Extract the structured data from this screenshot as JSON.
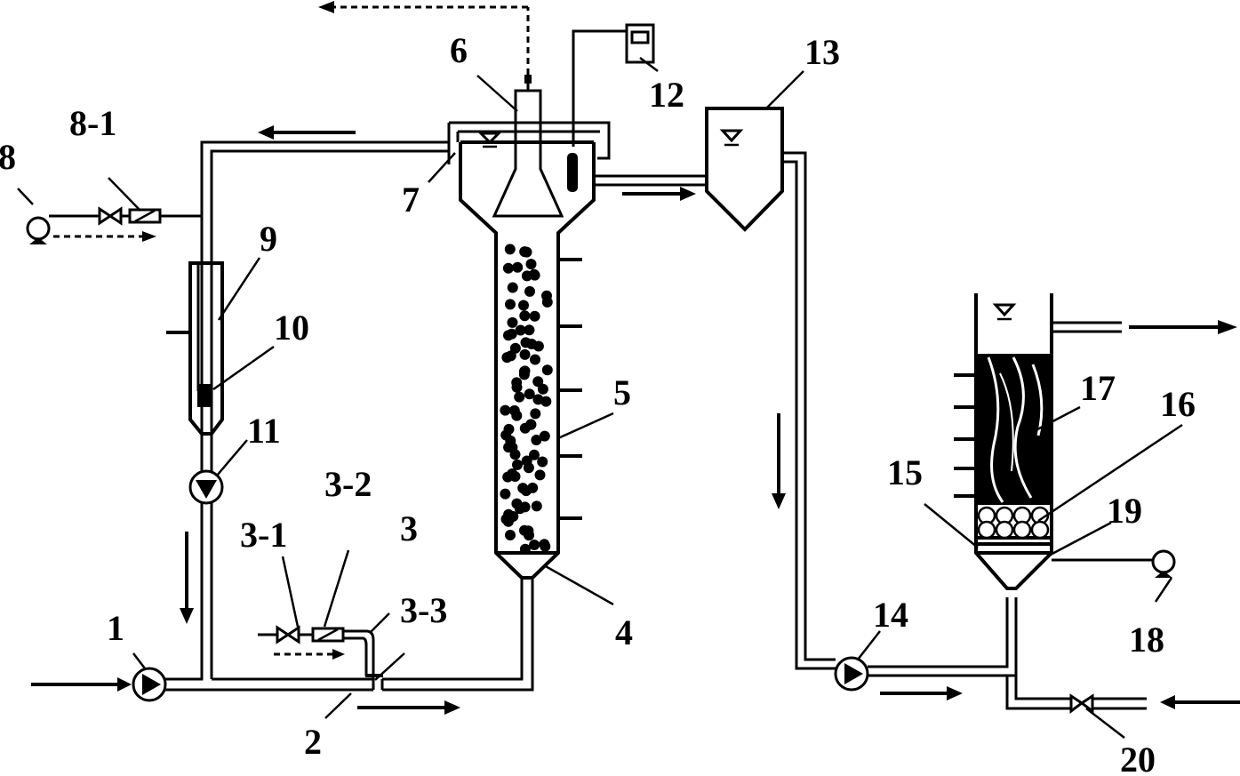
{
  "labels": {
    "l1": "1",
    "l2": "2",
    "l3": "3",
    "l3_1": "3-1",
    "l3_2": "3-2",
    "l3_3": "3-3",
    "l4": "4",
    "l5": "5",
    "l6": "6",
    "l7": "7",
    "l8": "8",
    "l8_1": "8-1",
    "l9": "9",
    "l10": "10",
    "l11": "11",
    "l12": "12",
    "l13": "13",
    "l14": "14",
    "l15": "15",
    "l16": "16",
    "l17": "17",
    "l18": "18",
    "l19": "19",
    "l20": "20"
  },
  "colors": {
    "ink": "#000000",
    "paper": "#ffffff"
  }
}
